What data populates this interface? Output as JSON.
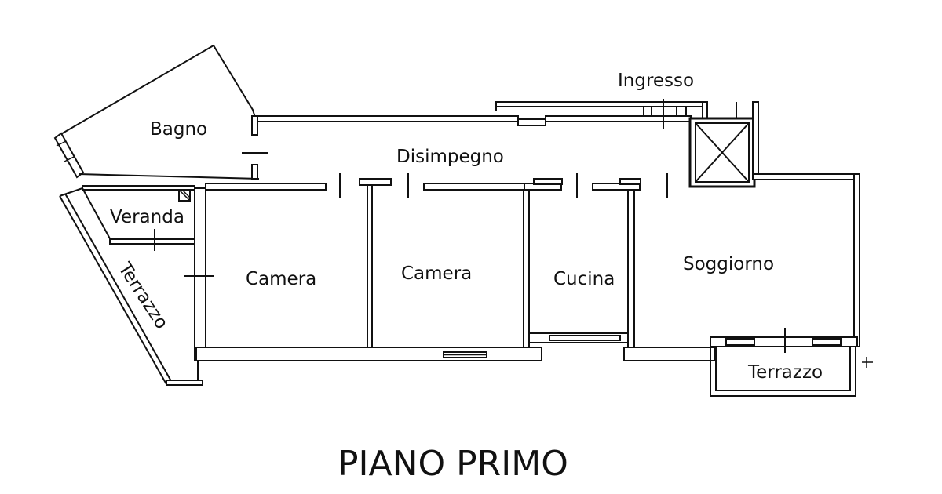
{
  "plan": {
    "title": "PIANO PRIMO",
    "rooms": {
      "ingresso": "Ingresso",
      "bagno": "Bagno",
      "disimpegno": "Disimpegno",
      "veranda": "Veranda",
      "terrazzo_left": "Terrazzo",
      "camera_1": "Camera",
      "camera_2": "Camera",
      "cucina": "Cucina",
      "soggiorno": "Soggiorno",
      "terrazzo_right": "Terrazzo"
    }
  },
  "colors": {
    "ink": "#111111",
    "paper": "#ffffff"
  }
}
